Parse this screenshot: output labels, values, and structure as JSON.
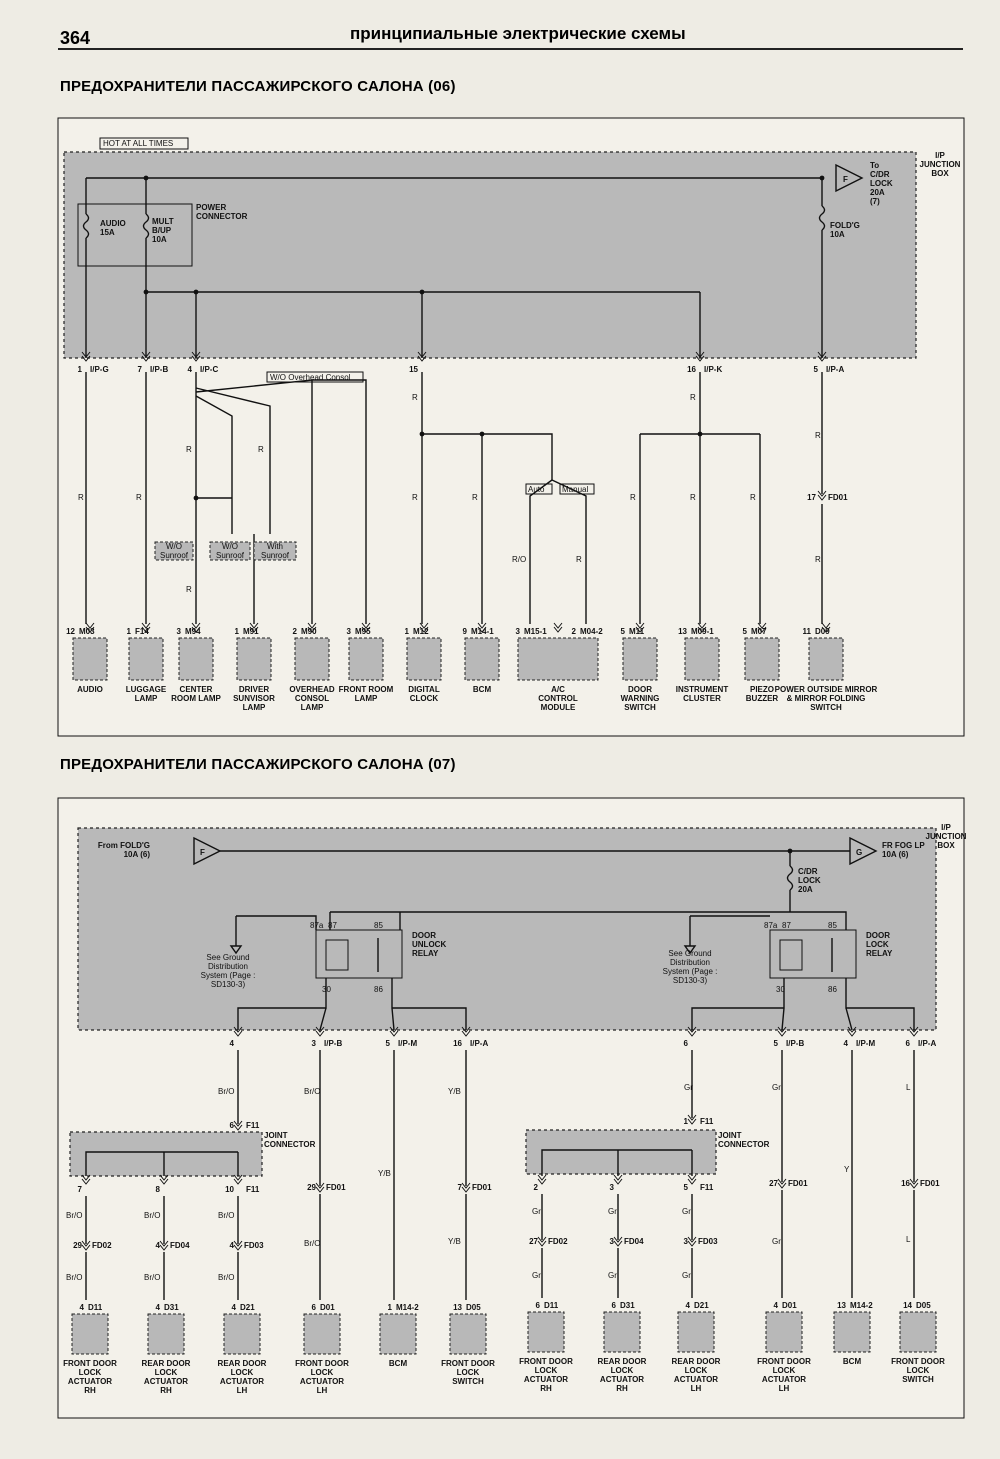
{
  "page": {
    "number": "364",
    "header": "принципиальные электрические схемы"
  },
  "diagram06": {
    "title": "ПРЕДОХРАНИТЕЛИ ПАССАЖИРСКОГО САЛОНА (06)",
    "hot_label": "HOT AT ALL TIMES",
    "junction_box": "I/P JUNCTION BOX",
    "power_connector": "POWER CONNECTOR",
    "fuses": [
      {
        "name": "AUDIO",
        "rating": "15A"
      },
      {
        "name": "MULT B/UP",
        "rating": "10A"
      },
      {
        "name": "FOLD'G",
        "rating": "10A"
      }
    ],
    "to_label": "To C/DR LOCK 20A (7)",
    "connector_letter": "F",
    "wo_overhead": "W/O Overhead Consol",
    "wo_sunroof": "W/O Sunroof",
    "with_sunroof": "With Sunroof",
    "auto": "Auto",
    "manual": "Manual",
    "wire_r": "R",
    "wire_ro": "R/O",
    "pins_top": [
      {
        "pin": "1",
        "conn": "I/P-G"
      },
      {
        "pin": "7",
        "conn": "I/P-B"
      },
      {
        "pin": "4",
        "conn": "I/P-C"
      },
      {
        "pin": "15",
        "conn": ""
      },
      {
        "pin": "16",
        "conn": "I/P-K"
      },
      {
        "pin": "5",
        "conn": "I/P-A"
      }
    ],
    "fd01": {
      "pin": "17",
      "conn": "FD01"
    },
    "components": [
      {
        "pin": "12",
        "conn": "M03",
        "name": "AUDIO"
      },
      {
        "pin": "1",
        "conn": "F14",
        "name": "LUGGAGE LAMP"
      },
      {
        "pin": "3",
        "conn": "M94",
        "name": "CENTER ROOM LAMP"
      },
      {
        "pin": "1",
        "conn": "M91",
        "name": "DRIVER SUNVISOR LAMP"
      },
      {
        "pin": "2",
        "conn": "M90",
        "name": "OVERHEAD CONSOL LAMP"
      },
      {
        "pin": "3",
        "conn": "M95",
        "name": "FRONT ROOM LAMP"
      },
      {
        "pin": "1",
        "conn": "M12",
        "name": "DIGITAL CLOCK"
      },
      {
        "pin": "9",
        "conn": "M14-1",
        "name": "BCM"
      },
      {
        "pin": "3",
        "conn": "M15-1",
        "name": "A/C CONTROL MODULE",
        "pin2": "2",
        "conn2": "M04-2"
      },
      {
        "pin": "5",
        "conn": "M11",
        "name": "DOOR WARNING SWITCH"
      },
      {
        "pin": "13",
        "conn": "M09-1",
        "name": "INSTRUMENT CLUSTER"
      },
      {
        "pin": "5",
        "conn": "M07",
        "name": "PIEZO BUZZER"
      },
      {
        "pin": "11",
        "conn": "D09",
        "name": "POWER OUTSIDE MIRROR & MIRROR FOLDING SWITCH"
      }
    ]
  },
  "diagram07": {
    "title": "ПРЕДОХРАНИТЕЛИ ПАССАЖИРСКОГО САЛОНА (07)",
    "junction_box": "I/P JUNCTION BOX",
    "from_label": "From FOLD'G 10A (6)",
    "to_label": "FR FOG LP 10A (6)",
    "conn_f": "F",
    "conn_g": "G",
    "fuse": {
      "name": "C/DR LOCK",
      "rating": "20A"
    },
    "relay_unlock": "DOOR UNLOCK RELAY",
    "relay_lock": "DOOR LOCK RELAY",
    "ground_ref": "See Ground Distribution System (Page : SD130-3)",
    "relay_pins": [
      "87a",
      "87",
      "85",
      "30",
      "86"
    ],
    "joint_connector": "JOINT CONNECTOR",
    "wires": {
      "bro": "Br/O",
      "yb": "Y/B",
      "gr": "Gr",
      "y": "Y",
      "l": "L"
    },
    "top_pins_left": [
      {
        "pin": "4",
        "conn": ""
      },
      {
        "pin": "3",
        "conn": "I/P-B"
      },
      {
        "pin": "5",
        "conn": "I/P-M"
      },
      {
        "pin": "16",
        "conn": "I/P-A"
      }
    ],
    "top_pins_right": [
      {
        "pin": "6",
        "conn": ""
      },
      {
        "pin": "5",
        "conn": "I/P-B"
      },
      {
        "pin": "4",
        "conn": "I/P-M"
      },
      {
        "pin": "6",
        "conn": "I/P-A"
      }
    ],
    "jc_left": {
      "in_pin": "6",
      "in_conn": "F11",
      "out": [
        "7",
        "8",
        "10"
      ],
      "out_conn": "F11"
    },
    "jc_right": {
      "in_pin": "1",
      "in_conn": "F11",
      "out": [
        "2",
        "3",
        "5"
      ],
      "out_conn": "F11"
    },
    "mid_conns_left": [
      {
        "pin": "29",
        "conn": "FD02"
      },
      {
        "pin": "4",
        "conn": "FD04"
      },
      {
        "pin": "4",
        "conn": "FD03"
      },
      {
        "pin": "29",
        "conn": "FD01"
      },
      {
        "pin": "7",
        "conn": "FD01"
      }
    ],
    "mid_conns_right": [
      {
        "pin": "27",
        "conn": "FD02"
      },
      {
        "pin": "3",
        "conn": "FD04"
      },
      {
        "pin": "3",
        "conn": "FD03"
      },
      {
        "pin": "27",
        "conn": "FD01"
      },
      {
        "pin": "16",
        "conn": "FD01"
      }
    ],
    "components_left": [
      {
        "pin": "4",
        "conn": "D11",
        "name": "FRONT DOOR LOCK ACTUATOR RH"
      },
      {
        "pin": "4",
        "conn": "D31",
        "name": "REAR DOOR LOCK ACTUATOR RH"
      },
      {
        "pin": "4",
        "conn": "D21",
        "name": "REAR DOOR LOCK ACTUATOR LH"
      },
      {
        "pin": "6",
        "conn": "D01",
        "name": "FRONT DOOR LOCK ACTUATOR LH"
      },
      {
        "pin": "1",
        "conn": "M14-2",
        "name": "BCM"
      },
      {
        "pin": "13",
        "conn": "D05",
        "name": "FRONT DOOR LOCK SWITCH"
      }
    ],
    "components_right": [
      {
        "pin": "6",
        "conn": "D11",
        "name": "FRONT DOOR LOCK ACTUATOR RH"
      },
      {
        "pin": "6",
        "conn": "D31",
        "name": "REAR DOOR LOCK ACTUATOR RH"
      },
      {
        "pin": "4",
        "conn": "D21",
        "name": "REAR DOOR LOCK ACTUATOR LH"
      },
      {
        "pin": "4",
        "conn": "D01",
        "name": "FRONT DOOR LOCK ACTUATOR LH"
      },
      {
        "pin": "13",
        "conn": "M14-2",
        "name": "BCM"
      },
      {
        "pin": "14",
        "conn": "D05",
        "name": "FRONT DOOR LOCK SWITCH"
      }
    ]
  }
}
